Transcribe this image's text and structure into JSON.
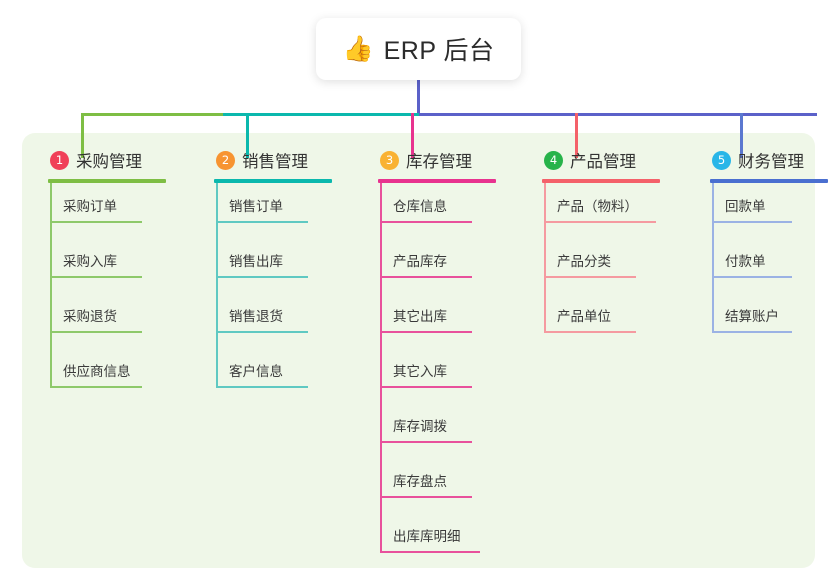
{
  "title": {
    "icon": "thumbs-up-icon",
    "emoji": "👍",
    "text": "ERP 后台"
  },
  "palette": {
    "panel_bg": "#eff7e8",
    "card_bg": "#ffffff",
    "connector_left_green": "#7ebe44",
    "connector_teal": "#0bb8ad",
    "connector_purple": "#5b61c9",
    "drop_magenta": "#e8338f",
    "drop_red": "#f4616a",
    "drop_blue": "#5b78d0",
    "text": "#333333"
  },
  "columns": [
    {
      "index": "1",
      "title": "采购管理",
      "badge_color": "#f04058",
      "rule_color": "#7ebe44",
      "leaf_color": "#8ec96a",
      "rule_width": 118,
      "leaf_rule_width": 92,
      "items": [
        "采购订单",
        "采购入库",
        "采购退货",
        "供应商信息"
      ]
    },
    {
      "index": "2",
      "title": "销售管理",
      "badge_color": "#f79431",
      "rule_color": "#0bb8ad",
      "leaf_color": "#5fc9c2",
      "rule_width": 118,
      "leaf_rule_width": 92,
      "items": [
        "销售订单",
        "销售出库",
        "销售退货",
        "客户信息"
      ]
    },
    {
      "index": "3",
      "title": "库存管理",
      "badge_color": "#f9b233",
      "rule_color": "#e8338f",
      "leaf_color": "#e8519c",
      "rule_width": 118,
      "leaf_rule_width": 92,
      "items": [
        "仓库信息",
        "产品库存",
        "其它出库",
        "其它入库",
        "库存调拨",
        "库存盘点",
        "出库库明细"
      ]
    },
    {
      "index": "4",
      "title": "产品管理",
      "badge_color": "#27b34a",
      "rule_color": "#f4616a",
      "leaf_color": "#f59aa0",
      "rule_width": 118,
      "leaf_rule_width": 92,
      "items": [
        "产品（物料）",
        "产品分类",
        "产品单位"
      ]
    },
    {
      "index": "5",
      "title": "财务管理",
      "badge_color": "#29b6e8",
      "rule_color": "#4a6fd0",
      "leaf_color": "#9bb2e4",
      "rule_width": 118,
      "leaf_rule_width": 80,
      "items": [
        "回款单",
        "付款单",
        "结算账户"
      ]
    }
  ]
}
